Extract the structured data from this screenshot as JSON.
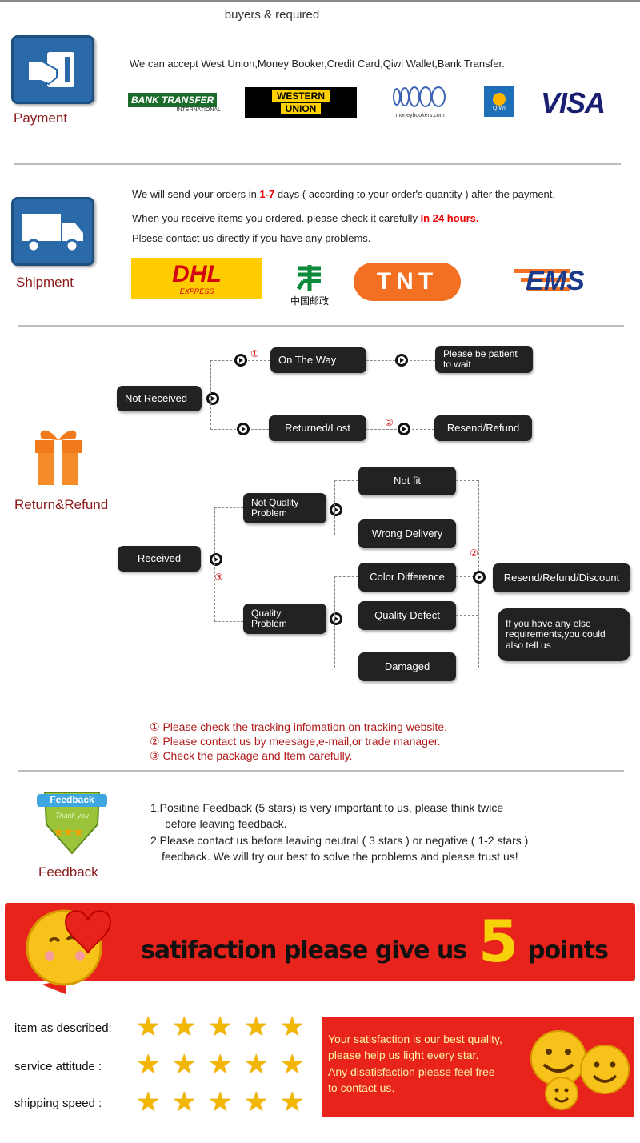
{
  "header": {
    "title": "buyers & required"
  },
  "payment": {
    "label": "Payment",
    "text": "We can accept West Union,Money Booker,Credit Card,Qiwi Wallet,Bank Transfer.",
    "logos": {
      "bank": "BANK TRANSFER",
      "bank_sub": "INTERNATIONAL",
      "western": "WESTERN",
      "union": "UNION",
      "moneybookers": "moneybookers.com",
      "qiwi": "QIWI",
      "visa": "VISA"
    }
  },
  "shipment": {
    "label": "Shipment",
    "line1_a": "We will send your orders in ",
    "line1_b": "1-7",
    "line1_c": " days ( according to your order's quantity ) after the payment.",
    "line2_a": "When you receive items you ordered. please check it carefully ",
    "line2_b": "In 24 hours.",
    "line3": "Plsese contact us directly if you have any problems.",
    "logos": {
      "dhl": "DHL",
      "dhl_sub": "EXPRESS",
      "china_post": "中国邮政",
      "tnt": "TNT",
      "ems": "EMS"
    }
  },
  "refund": {
    "label": "Return&Refund",
    "not_received": "Not Received",
    "on_the_way": "On The Way",
    "patient": "Please be patient to wait",
    "returned_lost": "Returned/Lost",
    "resend_refund": "Resend/Refund",
    "received": "Received",
    "not_quality": "Not Quality Problem",
    "quality": "Quality Problem",
    "not_fit": "Not fit",
    "wrong_delivery": "Wrong Delivery",
    "color_difference": "Color Difference",
    "quality_defect": "Quality Defect",
    "damaged": "Damaged",
    "resend_refund_discount": "Resend/Refund/Discount",
    "else_req": "If you have any else requirements,you could also tell us",
    "mark1": "①",
    "mark2": "②",
    "mark3": "③",
    "notes": [
      "① Please check the tracking infomation on tracking website.",
      "② Please contact us by meesage,e-mail,or trade manager.",
      "③ Check the package and Item carefully."
    ]
  },
  "feedback": {
    "label": "Feedback",
    "badge": "Feedback",
    "badge_sub": "Thank you",
    "line1": "1.Positine Feedback (5 stars) is very important to us, please think twice",
    "line1b": "before leaving feedback.",
    "line2": "2.Please contact us before leaving neutral ( 3 stars ) or negative ( 1-2 stars )",
    "line2b": "feedback. We will try our best to solve the problems and please trust us!"
  },
  "banner": {
    "text_a": "satifaction please give us",
    "number": "5",
    "text_b": "points"
  },
  "ratings": {
    "items": [
      {
        "label": "item as described:",
        "stars": 5
      },
      {
        "label": "service attitude    :",
        "stars": 5
      },
      {
        "label": "shipping speed     :",
        "stars": 5
      }
    ],
    "message": [
      "Your satisfaction is our best quality,",
      "please help us light every star.",
      "Any disatisfaction please feel free",
      "to contact us."
    ]
  },
  "colors": {
    "accent_red": "#e8231c",
    "label_red": "#8b1a1a",
    "icon_blue": "#2a6aa8",
    "star_gold": "#f2b705"
  }
}
